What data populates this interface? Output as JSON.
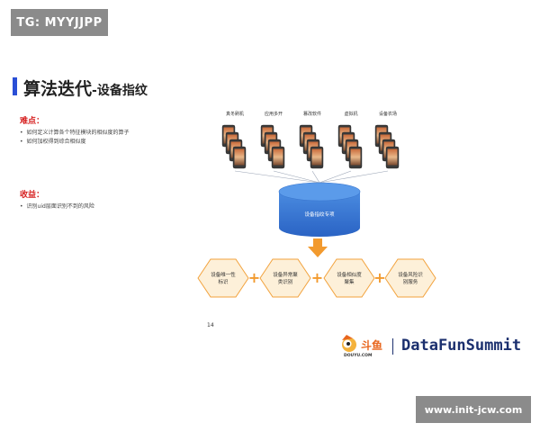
{
  "watermark_top": "TG: MYYJJPP",
  "watermark_bottom": "www.init-jcw.com",
  "title": {
    "main": "算法迭代",
    "sub": "-设备指纹"
  },
  "difficulty": {
    "heading": "难点：",
    "items": [
      "如何定义计算各个特征模块的相似度的算子",
      "如何加权得到综合相似度"
    ]
  },
  "benefit": {
    "heading": "收益：",
    "items": [
      "识别uid层面识别不到的风险"
    ]
  },
  "diagram": {
    "sources": [
      "真冬刷机",
      "应用多开",
      "篡改软件",
      "虚拟机",
      "设备农场"
    ],
    "database_label": "设备指纹专项",
    "steps": [
      [
        "设备唯一性",
        "标识"
      ],
      [
        "设备异常聚",
        "类识别"
      ],
      [
        "设备相似度",
        "聚集"
      ],
      [
        "设备风险识",
        "别服务"
      ]
    ],
    "plus": "+"
  },
  "page_number": "14",
  "logos": {
    "douyu_text": "斗鱼",
    "douyu_url": "DOUYU.COM",
    "datafun": "DataFunSummit"
  },
  "colors": {
    "accent_blue": "#2a4fd6",
    "red": "#d61f1f",
    "orange": "#f29a2e",
    "hex_fill": "#fdf0d9",
    "db_blue": "#2e6fcf"
  }
}
